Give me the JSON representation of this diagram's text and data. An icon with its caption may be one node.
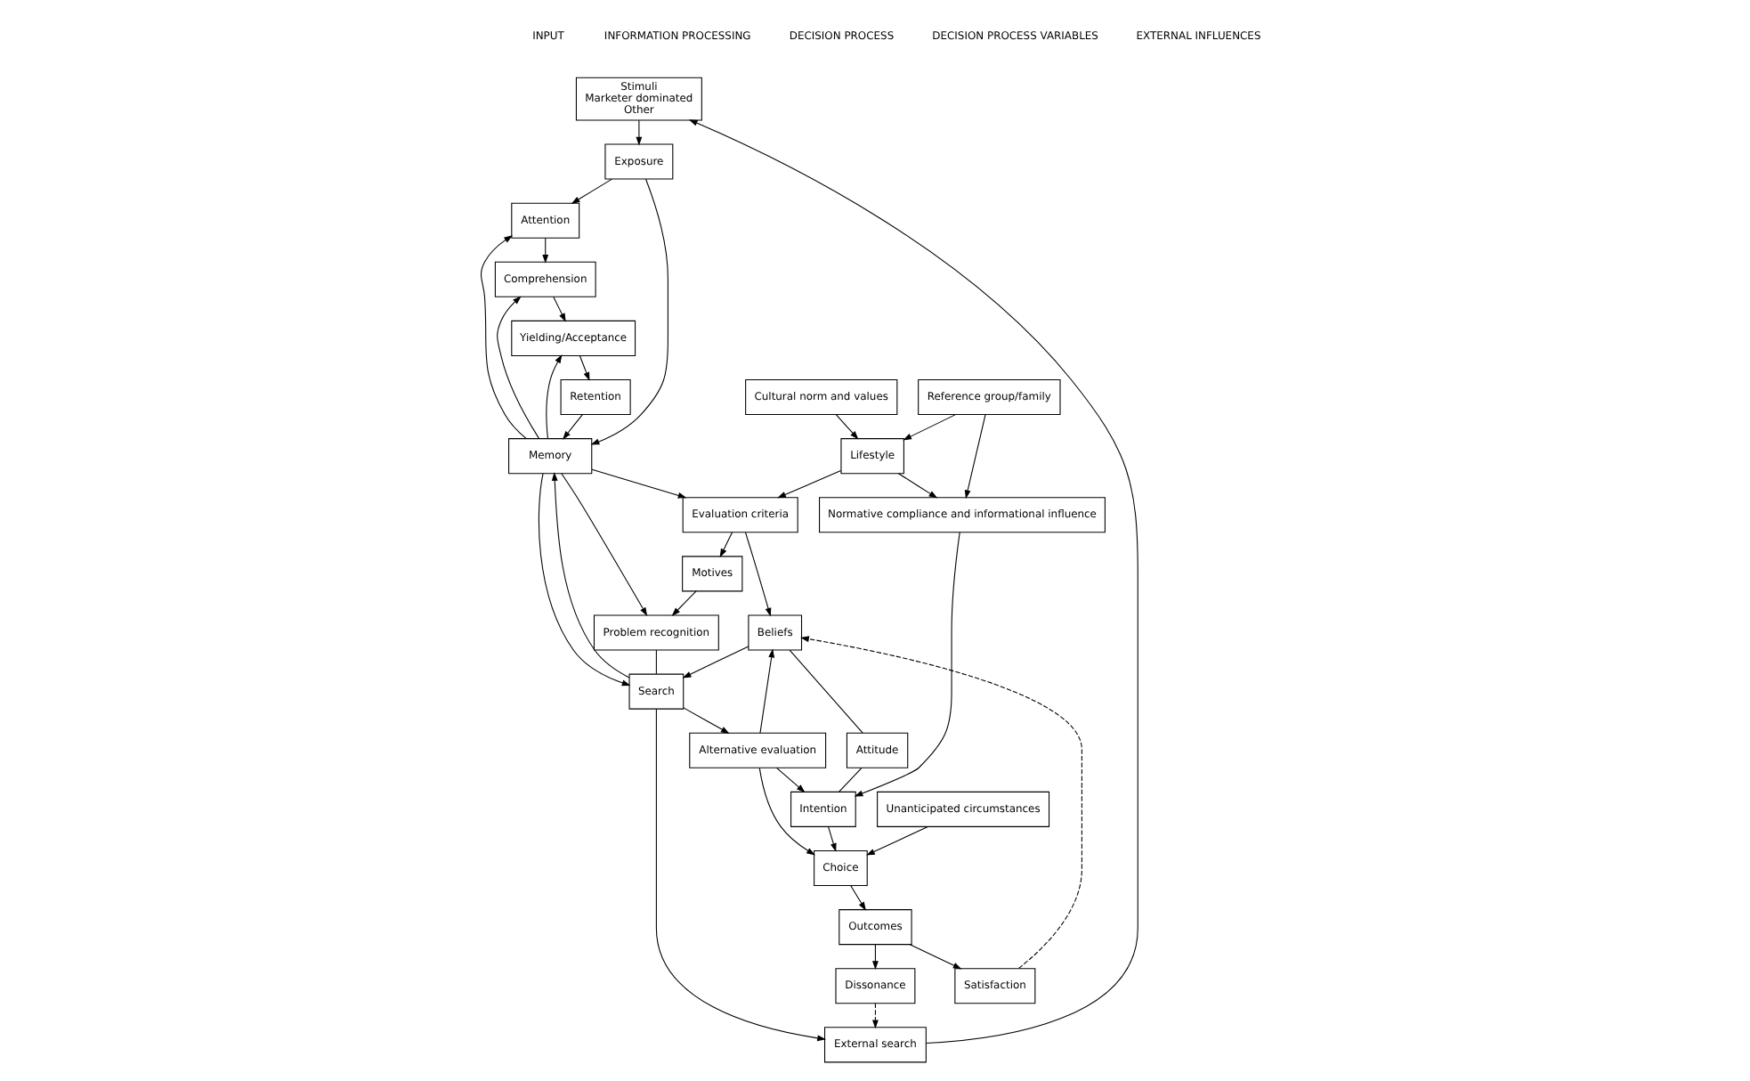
{
  "diagram": {
    "nodes": [
      {
        "text": [
          "Stimuli",
          "Marketer dominated",
          "Other"
        ]
      },
      {
        "text": [
          "Exposure"
        ]
      },
      {
        "text": [
          "Attention"
        ]
      },
      {
        "text": [
          "Comprehension"
        ]
      },
      {
        "text": [
          "Yielding/Acceptance"
        ]
      },
      {
        "text": [
          "Retention"
        ]
      },
      {
        "text": [
          "Memory"
        ]
      },
      {
        "text": [
          "External search"
        ]
      },
      {
        "text": [
          "Problem recognition"
        ]
      },
      {
        "text": [
          "Search"
        ]
      },
      {
        "text": [
          "Alternative evaluation"
        ]
      },
      {
        "text": [
          "Choice"
        ]
      },
      {
        "text": [
          "Outcomes"
        ]
      },
      {
        "text": [
          "Dissonance"
        ]
      },
      {
        "text": [
          "Satisfaction"
        ]
      },
      {
        "text": [
          "Beliefs"
        ]
      },
      {
        "text": [
          "Attitude"
        ]
      },
      {
        "text": [
          "Intention"
        ]
      },
      {
        "text": [
          "Motives"
        ]
      },
      {
        "text": [
          "Evaluation criteria"
        ]
      },
      {
        "text": [
          "Lifestyle"
        ]
      },
      {
        "text": [
          "Normative compliance and informational influence"
        ]
      },
      {
        "text": [
          "Cultural norm and values"
        ]
      },
      {
        "text": [
          "Reference group/family"
        ]
      },
      {
        "text": [
          "Unanticipated circumstances"
        ]
      }
    ],
    "edges": [
      {
        "from": 0,
        "to": 1,
        "arrow": "to"
      },
      {
        "from": 1,
        "to": 2,
        "arrow": "to"
      },
      {
        "from": 2,
        "to": 3,
        "arrow": "to"
      },
      {
        "from": 3,
        "to": 4,
        "arrow": "to"
      },
      {
        "from": 4,
        "to": 5,
        "arrow": "to"
      },
      {
        "from": 1,
        "to": 6,
        "arrow": "to"
      },
      {
        "from": 6,
        "to": 2,
        "arrow": "to"
      },
      {
        "from": 6,
        "to": 3,
        "arrow": "to"
      },
      {
        "from": 6,
        "to": 4,
        "arrow": "to"
      },
      {
        "from": 5,
        "to": 6,
        "arrow": "to"
      },
      {
        "from": 7,
        "to": 0,
        "arrow": "to"
      },
      {
        "from": 6,
        "to": 8,
        "arrow": "to"
      },
      {
        "from": 8,
        "to": 9,
        "arrow": "none"
      },
      {
        "from": 6,
        "to": 9,
        "arrow": "to"
      },
      {
        "from": 9,
        "to": 6,
        "arrow": "to"
      },
      {
        "from": 6,
        "to": 19,
        "arrow": "to"
      },
      {
        "from": 9,
        "to": 7,
        "arrow": "to"
      },
      {
        "from": 9,
        "to": 10,
        "arrow": "to"
      },
      {
        "from": 15,
        "to": 9,
        "arrow": "to"
      },
      {
        "from": 10,
        "to": 15,
        "arrow": "to"
      },
      {
        "from": 10,
        "to": 17,
        "arrow": "to"
      },
      {
        "from": 10,
        "to": 11,
        "arrow": "to"
      },
      {
        "from": 15,
        "to": 16,
        "arrow": "none"
      },
      {
        "from": 16,
        "to": 17,
        "arrow": "none"
      },
      {
        "from": 17,
        "to": 11,
        "arrow": "to"
      },
      {
        "from": 11,
        "to": 12,
        "arrow": "to"
      },
      {
        "from": 12,
        "to": 13,
        "arrow": "to"
      },
      {
        "from": 12,
        "to": 14,
        "arrow": "to"
      },
      {
        "from": 13,
        "to": 7,
        "arrow": "to",
        "style": "dashed"
      },
      {
        "from": 14,
        "to": 15,
        "arrow": "to",
        "style": "dashed"
      },
      {
        "from": 18,
        "to": 8,
        "arrow": "to"
      },
      {
        "from": 19,
        "to": 18,
        "arrow": "to"
      },
      {
        "from": 19,
        "to": 15,
        "arrow": "to"
      },
      {
        "from": 20,
        "to": 19,
        "arrow": "to"
      },
      {
        "from": 20,
        "to": 21,
        "arrow": "to"
      },
      {
        "from": 22,
        "to": 20,
        "arrow": "to"
      },
      {
        "from": 23,
        "to": 20,
        "arrow": "to"
      },
      {
        "from": 23,
        "to": 21,
        "arrow": "to"
      },
      {
        "from": 21,
        "to": 17,
        "arrow": "to"
      },
      {
        "from": 24,
        "to": 11,
        "arrow": "to"
      }
    ],
    "labels": [
      "INPUT",
      "INFORMATION PROCESSING",
      "DECISION PROCESS",
      "DECISION PROCESS VARIABLES",
      "EXTERNAL INFLUENCES"
    ]
  }
}
